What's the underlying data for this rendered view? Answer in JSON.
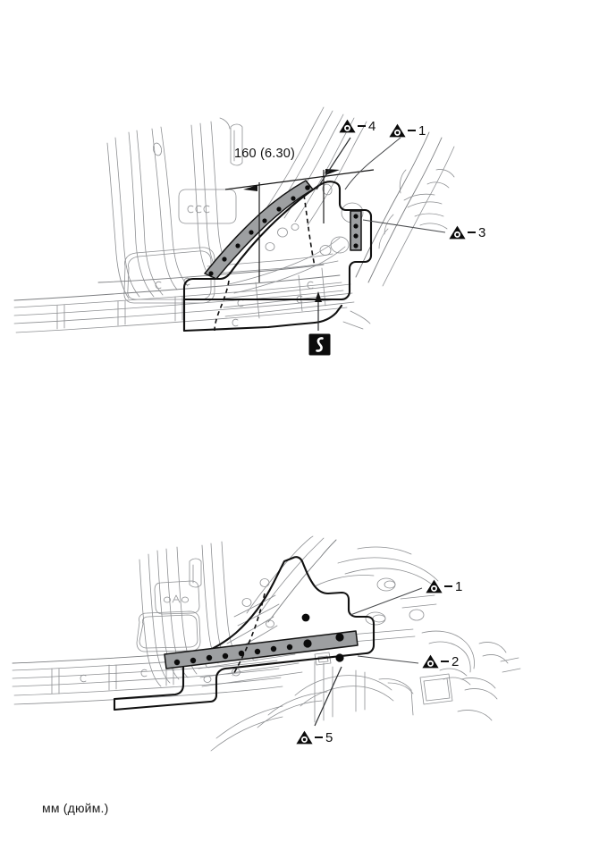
{
  "document": {
    "type": "body-repair-diagram",
    "unit_caption": "мм (дюйм.)",
    "background_color": "#ffffff",
    "line_color": "#8d8f92",
    "outline_color": "#101010",
    "weld_band_color": "#9d9fa1"
  },
  "upper_figure": {
    "name": "front-pillar-lower-rocker-outer",
    "dimension": {
      "label": "160 (6.30)",
      "value_mm": 160,
      "value_in": 6.3
    },
    "callouts": [
      {
        "id": "upper-callout-4",
        "number": "4",
        "dash": "–"
      },
      {
        "id": "upper-callout-1",
        "number": "1",
        "dash": "–"
      },
      {
        "id": "upper-callout-3",
        "number": "3",
        "dash": "–"
      }
    ],
    "sealer_symbol": {
      "id": "sealer-symbol",
      "glyph": "S",
      "meaning": "sealer-application-point"
    }
  },
  "lower_figure": {
    "name": "front-pillar-lower-inner",
    "callouts": [
      {
        "id": "lower-callout-1",
        "number": "1",
        "dash": "–"
      },
      {
        "id": "lower-callout-2",
        "number": "2",
        "dash": "–"
      },
      {
        "id": "lower-callout-5",
        "number": "5",
        "dash": "–"
      }
    ]
  }
}
